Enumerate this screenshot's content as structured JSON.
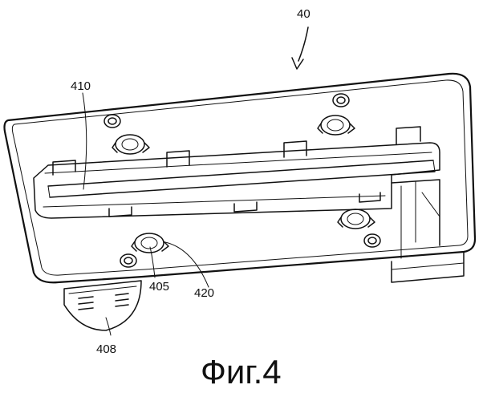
{
  "figure": {
    "caption": "Фиг.4",
    "labels": {
      "assembly": "40",
      "rail": "410",
      "boss": "405",
      "hook": "420",
      "tab": "408"
    }
  }
}
